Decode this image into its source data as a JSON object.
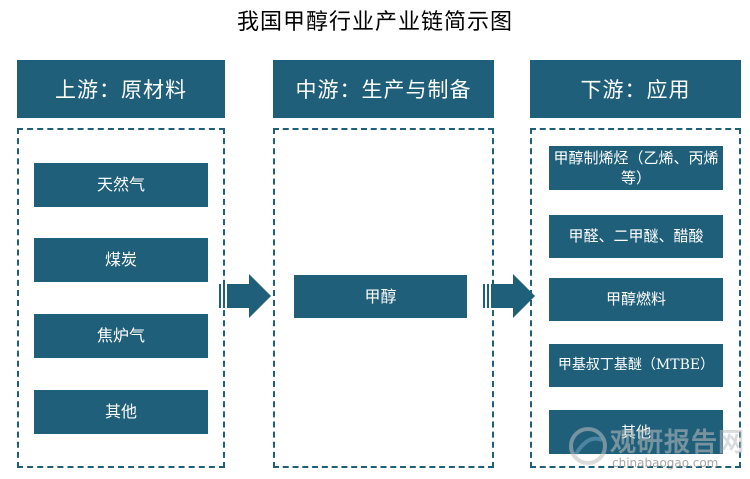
{
  "title": "我国甲醇行业产业链简示图",
  "columns": {
    "upstream": {
      "header": "上游：原材料",
      "items": [
        "天然气",
        "煤炭",
        "焦炉气",
        "其他"
      ]
    },
    "midstream": {
      "header": "中游：生产与制备",
      "items": [
        "甲醇"
      ]
    },
    "downstream": {
      "header": "下游：应用",
      "items": [
        "甲醇制烯烃（乙烯、丙烯等）",
        "甲醛、二甲醚、醋酸",
        "甲醇燃料",
        "甲基叔丁基醚（MTBE）",
        "其他"
      ]
    }
  },
  "colors": {
    "primary": "#1f5f7a",
    "text_on_primary": "#ffffff"
  },
  "watermark": {
    "logo_text": "观研报告网",
    "url": "chinabaogao.com"
  }
}
